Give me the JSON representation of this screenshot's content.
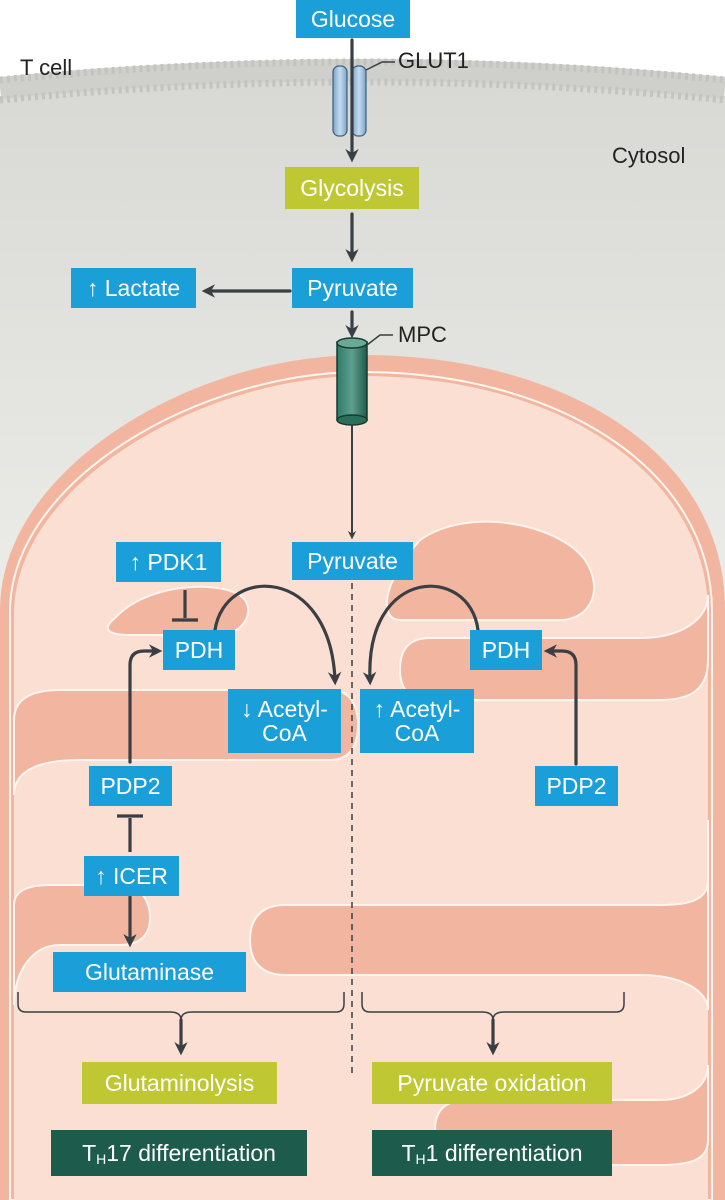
{
  "region_labels": {
    "cell": "T cell",
    "cytosol": "Cytosol",
    "glut1": "GLUT1",
    "mpc": "MPC"
  },
  "nodes": {
    "glucose": "Glucose",
    "glycolysis": "Glycolysis",
    "pyruvate_cytosol": "Pyruvate",
    "lactate": "↑ Lactate",
    "pyruvate_mito": "Pyruvate",
    "pdk1": "↑ PDK1",
    "pdh_left": "PDH",
    "pdh_right": "PDH",
    "acetylcoa_down_line1": "↓ Acetyl-",
    "acetylcoa_down_line2": "CoA",
    "acetylcoa_up_line1": "↑ Acetyl-",
    "acetylcoa_up_line2": "CoA",
    "pdp2_left": "PDP2",
    "pdp2_right": "PDP2",
    "icer": "↑ ICER",
    "glutaminase": "Glutaminase",
    "glutaminolysis": "Glutaminolysis",
    "pyruvate_oxidation": "Pyruvate oxidation",
    "th17_T": "T",
    "th17_sub": "H",
    "th17_rest": "17 differentiation",
    "th1_T": "T",
    "th1_sub": "H",
    "th1_rest": "1 differentiation"
  },
  "colors": {
    "metabolite_box": "#1a9fd8",
    "process_box": "#bfc832",
    "outcome_box": "#1d5c4c",
    "mitochondrion_outer": "#f2b6a0",
    "mitochondrion_matrix": "#fbdfd3",
    "cytosol": "#e6e6e3",
    "arrow": "#3a3f44"
  }
}
